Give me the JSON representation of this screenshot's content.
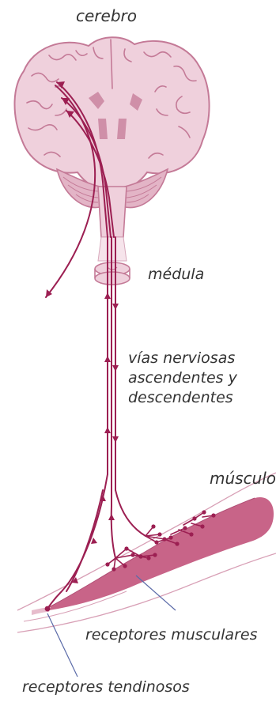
{
  "labels": {
    "brain": "cerebro",
    "medulla": "médula",
    "pathways": [
      "vías nerviosas",
      "ascendentes y",
      "descendentes"
    ],
    "muscle": "músculo",
    "muscle_receptors": "receptores musculares",
    "tendon_receptors": "receptores tendinosos"
  },
  "colors": {
    "tissue_fill": "#efd0dc",
    "tissue_line": "#c47a97",
    "muscle_fill": "#c86488",
    "nerve": "#9c1f52",
    "pointer": "#5a6aa8",
    "text": "#333333"
  }
}
